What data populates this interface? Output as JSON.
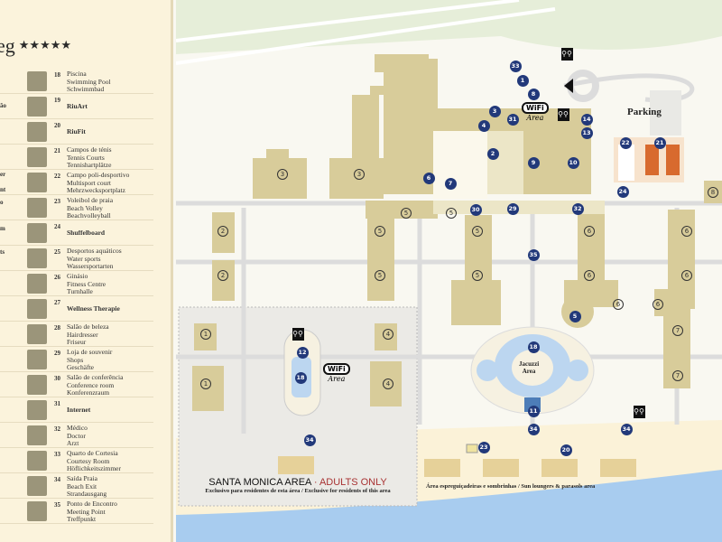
{
  "legend": {
    "title": "eg",
    "stars": "★★★★★",
    "fragments": [
      "ão",
      "er",
      "nt",
      "o",
      "m",
      "ts"
    ],
    "items": [
      {
        "num": "18",
        "lines": [
          "Piscina",
          "Swimming Pool",
          "Schwimmbad"
        ],
        "icon": "swimming-icon"
      },
      {
        "num": "19",
        "lines": [
          "RiuArt"
        ],
        "icon": "art-icon"
      },
      {
        "num": "20",
        "lines": [
          "RiuFit"
        ],
        "icon": "fitness-icon"
      },
      {
        "num": "21",
        "lines": [
          "Campos de ténis",
          "Tennis Courts",
          "Tennishartplätze"
        ],
        "icon": "tennis-icon"
      },
      {
        "num": "22",
        "lines": [
          "Campo poli-desportivo",
          "Multisport court",
          "Mehrzwecksportplatz"
        ],
        "icon": "multisport-icon"
      },
      {
        "num": "23",
        "lines": [
          "Voleibol de praia",
          "Beach Volley",
          "Beachvolleyball"
        ],
        "icon": "volleyball-icon"
      },
      {
        "num": "24",
        "lines": [
          "Shuffelboard"
        ],
        "icon": "shuffleboard-icon"
      },
      {
        "num": "25",
        "lines": [
          "Desportos aquáticos",
          "Water sports",
          "Wassersportarten"
        ],
        "icon": "water-sports-icon"
      },
      {
        "num": "26",
        "lines": [
          "Ginásio",
          "Fitness Centre",
          "Turnhalle"
        ],
        "icon": "gym-icon"
      },
      {
        "num": "27",
        "lines": [
          "Wellness Therapie"
        ],
        "icon": "wellness-icon"
      },
      {
        "num": "28",
        "lines": [
          "Salão de beleza",
          "Hairdresser",
          "Friseur"
        ],
        "icon": "scissors-icon"
      },
      {
        "num": "29",
        "lines": [
          "Loja de souvenir",
          "Shops",
          "Geschäfte"
        ],
        "icon": "shop-icon"
      },
      {
        "num": "30",
        "lines": [
          "Salão de conferência",
          "Conference room",
          "Konferenzraum"
        ],
        "icon": "conference-icon"
      },
      {
        "num": "31",
        "lines": [
          "Internet"
        ],
        "icon": "computer-icon"
      },
      {
        "num": "32",
        "lines": [
          "Médico",
          "Doctor",
          "Arzt"
        ],
        "icon": "doctor-icon"
      },
      {
        "num": "33",
        "lines": [
          "Quarto de Cortesia",
          "Courtesy Room",
          "Höflichkeitszimmer"
        ],
        "icon": "courtesy-room-icon"
      },
      {
        "num": "34",
        "lines": [
          "Saída Praia",
          "Beach Exit",
          "Strandausgang"
        ],
        "icon": "beach-exit-icon"
      },
      {
        "num": "35",
        "lines": [
          "Ponto de Encontro",
          "Meeting Point",
          "Treffpunkt"
        ],
        "icon": "meeting-point-icon"
      }
    ]
  },
  "map": {
    "parking": "Parking",
    "jacuzzi": [
      "Jacuzzi",
      "Area"
    ],
    "wifi": "WiFi",
    "wifi_area": "Area",
    "markers": [
      "33",
      "1",
      "8",
      "3",
      "31",
      "4",
      "2",
      "9",
      "10",
      "6",
      "7",
      "14",
      "13",
      "22",
      "21",
      "24",
      "30",
      "29",
      "32",
      "35",
      "5",
      "18",
      "11",
      "34",
      "34",
      "12",
      "18",
      "34",
      "23",
      "20"
    ],
    "buildings": [
      "2",
      "2",
      "5",
      "5",
      "5",
      "5",
      "5",
      "5",
      "6",
      "6",
      "6",
      "6",
      "6",
      "6",
      "7",
      "7",
      "1",
      "1",
      "4",
      "4",
      "3",
      "3",
      "8"
    ],
    "santa_monica": {
      "title": "SANTA MONICA AREA",
      "sep": "·",
      "adults": "ADULTS ONLY",
      "sub": "Exclusivo para residentes de esta área  /  Exclusive for residents of this area"
    },
    "loungers": "Área espreguiçadeiras e sombrinhas  /  Sun loungers & parasols area",
    "colors": {
      "marker": "#22397a",
      "building": "#d8cc9a",
      "sea": "#a8ccef",
      "adults": "#a83232"
    }
  }
}
